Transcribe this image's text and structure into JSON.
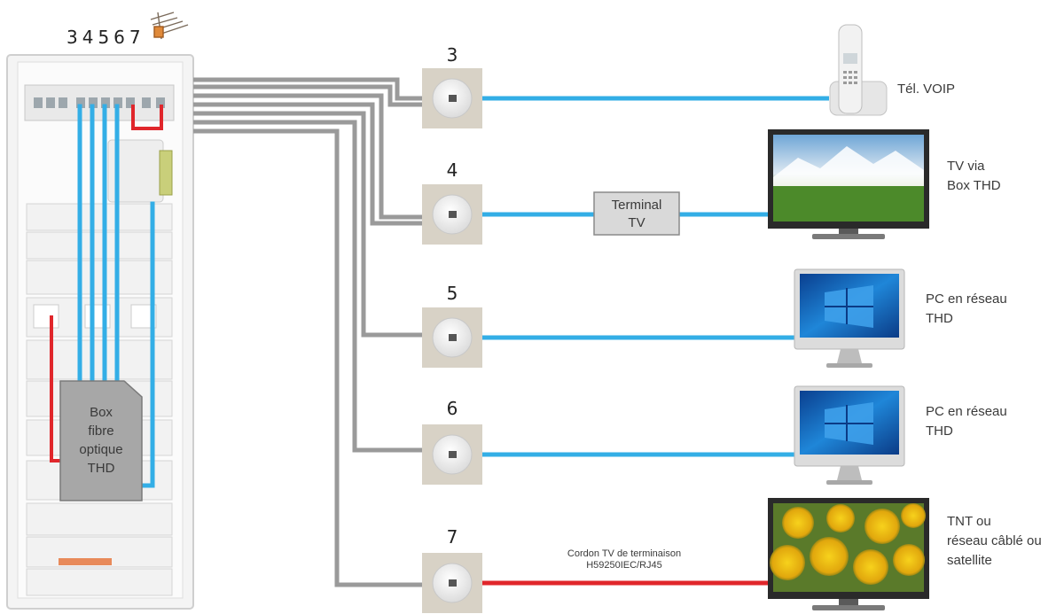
{
  "panel_ports": "34567",
  "colors": {
    "gray_cable": "#9a9a9a",
    "blue_cable": "#33aee6",
    "red_cable": "#e0262b",
    "outlet_plate": "#d8d2c6"
  },
  "box_fibre": {
    "line1": "Box",
    "line2": "fibre",
    "line3": "optique",
    "line4": "THD"
  },
  "terminal_tv": {
    "line1": "Terminal",
    "line2": "TV"
  },
  "cordon": {
    "line1": "Cordon TV de terminaison",
    "line2": "H59250IEC/RJ45"
  },
  "outlets": [
    {
      "number": "3"
    },
    {
      "number": "4"
    },
    {
      "number": "5"
    },
    {
      "number": "6"
    },
    {
      "number": "7"
    }
  ],
  "devices": {
    "phone": {
      "line1": "Tél. VOIP"
    },
    "tv": {
      "line1": "TV via",
      "line2": "Box THD"
    },
    "pc1": {
      "line1": "PC en réseau",
      "line2": "THD"
    },
    "pc2": {
      "line1": "PC en réseau",
      "line2": "THD"
    },
    "tnt": {
      "line1": "TNT ou",
      "line2": "réseau câblé ou",
      "line3": "satellite"
    }
  }
}
